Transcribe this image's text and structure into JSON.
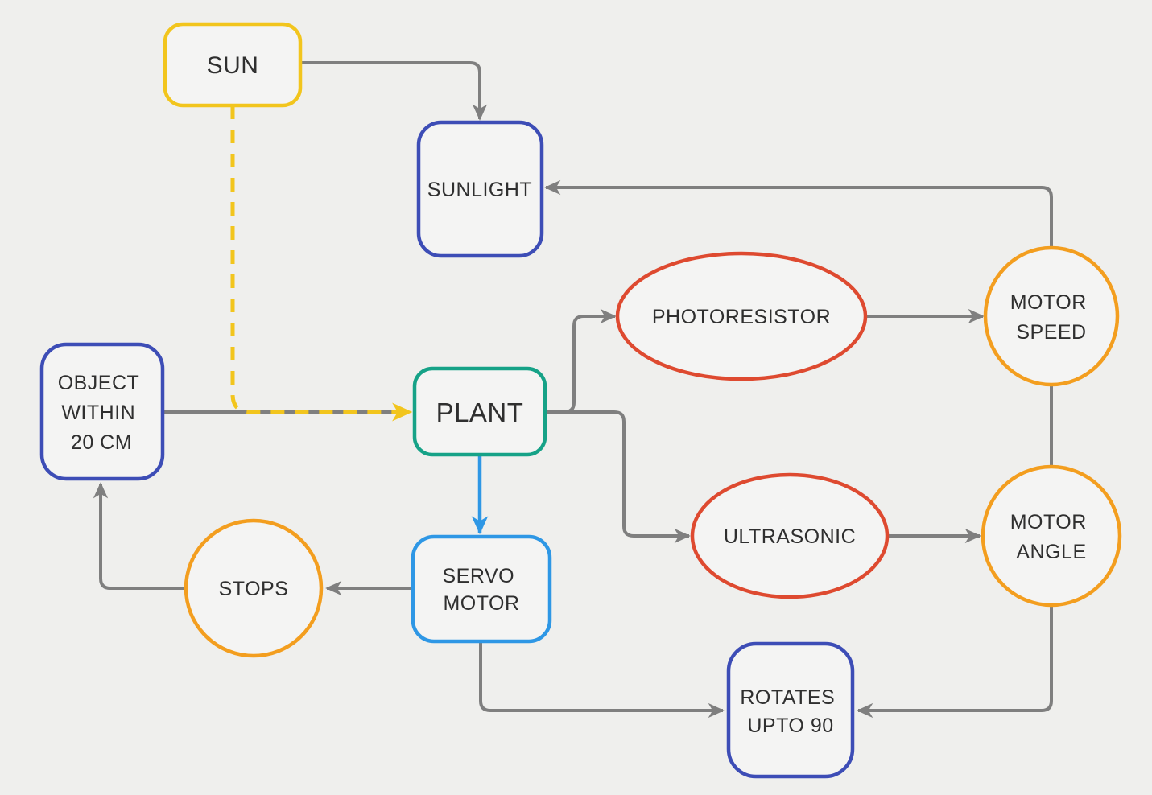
{
  "diagram": {
    "background": "#efefed",
    "text_color": "#2f2f2f",
    "colors": {
      "connector": "#7f7f7f",
      "yellow": "#f2c51d",
      "indigo": "#3d4db6",
      "teal": "#16a287",
      "red": "#de4a30",
      "orange": "#f39e1f",
      "sky": "#2e97e5",
      "blue_arrow": "#2e97e5"
    },
    "nodes": {
      "sun": {
        "label": "SUN",
        "shape": "rounded-rect",
        "border_color": "#f2c51d"
      },
      "sunlight": {
        "label": "SUNLIGHT",
        "shape": "rounded-rect",
        "border_color": "#3d4db6"
      },
      "object_within_20cm": {
        "lines": [
          "OBJECT",
          "WITHIN",
          "20 CM"
        ],
        "shape": "rounded-rect",
        "border_color": "#3d4db6"
      },
      "plant": {
        "label": "PLANT",
        "shape": "rounded-rect",
        "border_color": "#16a287"
      },
      "photoresistor": {
        "label": "PHOTORESISTOR",
        "shape": "ellipse",
        "border_color": "#de4a30"
      },
      "motor_speed": {
        "lines": [
          "MOTOR",
          "SPEED"
        ],
        "shape": "circle",
        "border_color": "#f39e1f"
      },
      "ultrasonic": {
        "label": "ULTRASONIC",
        "shape": "ellipse",
        "border_color": "#de4a30"
      },
      "motor_angle": {
        "lines": [
          "MOTOR",
          "ANGLE"
        ],
        "shape": "circle",
        "border_color": "#f39e1f"
      },
      "stops": {
        "label": "STOPS",
        "shape": "circle",
        "border_color": "#f39e1f"
      },
      "servo_motor": {
        "lines": [
          "SERVO",
          "MOTOR"
        ],
        "shape": "rounded-rect",
        "border_color": "#2e97e5"
      },
      "rotates_upto_90": {
        "lines": [
          "ROTATES",
          "UPTO 90"
        ],
        "shape": "rounded-rect",
        "border_color": "#3d4db6"
      }
    },
    "edges": [
      {
        "from": "SUN",
        "to": "SUNLIGHT",
        "style": "solid",
        "color": "gray",
        "arrow": true
      },
      {
        "from": "SUN",
        "to": "PLANT",
        "style": "dashed",
        "color": "yellow",
        "arrow": true
      },
      {
        "from": "OBJECT WITHIN 20 CM",
        "to": "PLANT",
        "style": "solid",
        "color": "gray",
        "arrow": true
      },
      {
        "from": "PLANT",
        "to": "PHOTORESISTOR",
        "style": "solid",
        "color": "gray",
        "arrow": true
      },
      {
        "from": "PHOTORESISTOR",
        "to": "MOTOR SPEED",
        "style": "solid",
        "color": "gray",
        "arrow": true
      },
      {
        "from": "MOTOR SPEED",
        "to": "SUNLIGHT",
        "style": "solid",
        "color": "gray",
        "arrow": true
      },
      {
        "from": "MOTOR SPEED",
        "to": "MOTOR ANGLE",
        "style": "solid",
        "color": "gray",
        "arrow": false
      },
      {
        "from": "PLANT",
        "to": "ULTRASONIC",
        "style": "solid",
        "color": "gray",
        "arrow": true
      },
      {
        "from": "ULTRASONIC",
        "to": "MOTOR ANGLE",
        "style": "solid",
        "color": "gray",
        "arrow": true
      },
      {
        "from": "MOTOR ANGLE",
        "to": "ROTATES UPTO 90",
        "style": "solid",
        "color": "gray",
        "arrow": true
      },
      {
        "from": "PLANT",
        "to": "SERVO MOTOR",
        "style": "solid",
        "color": "blue",
        "arrow": true
      },
      {
        "from": "SERVO MOTOR",
        "to": "STOPS",
        "style": "solid",
        "color": "gray",
        "arrow": true
      },
      {
        "from": "STOPS",
        "to": "OBJECT WITHIN 20 CM",
        "style": "solid",
        "color": "gray",
        "arrow": true
      },
      {
        "from": "SERVO MOTOR",
        "to": "ROTATES UPTO 90",
        "style": "solid",
        "color": "gray",
        "arrow": true
      }
    ]
  }
}
